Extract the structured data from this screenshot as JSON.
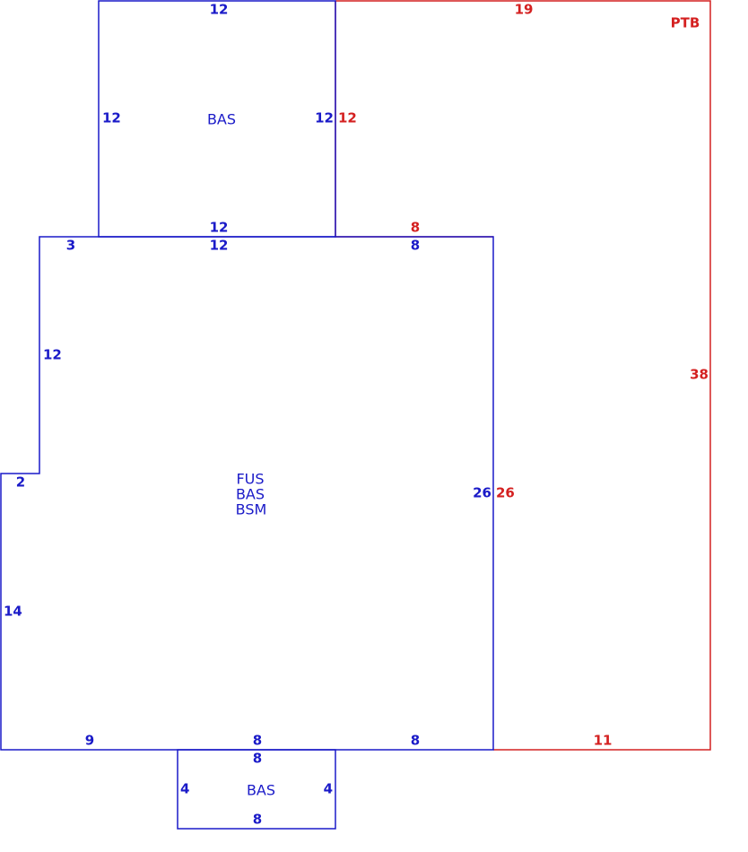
{
  "colors": {
    "living": "#1a1ac8",
    "patio": "#d42020"
  },
  "upper_bas": {
    "top": "12",
    "left": "12",
    "right": "12",
    "bottom": "12",
    "code": "BAS"
  },
  "main": {
    "top_left": "3",
    "top_mid": "12",
    "top_right": "8",
    "left_upper": "12",
    "step": "2",
    "left_lower": "14",
    "right": "26",
    "bottom_left": "9",
    "bottom_mid": "8",
    "bottom_right": "8",
    "codes": [
      "FUS",
      "BAS",
      "BSM"
    ]
  },
  "lower_bas": {
    "top": "8",
    "left": "4",
    "right": "4",
    "bottom": "8",
    "code": "BAS"
  },
  "ptb": {
    "code": "PTB",
    "top": "19",
    "right": "38",
    "bottom": "11",
    "inner_upper": "12",
    "inner_step": "8",
    "inner_lower": "26"
  }
}
